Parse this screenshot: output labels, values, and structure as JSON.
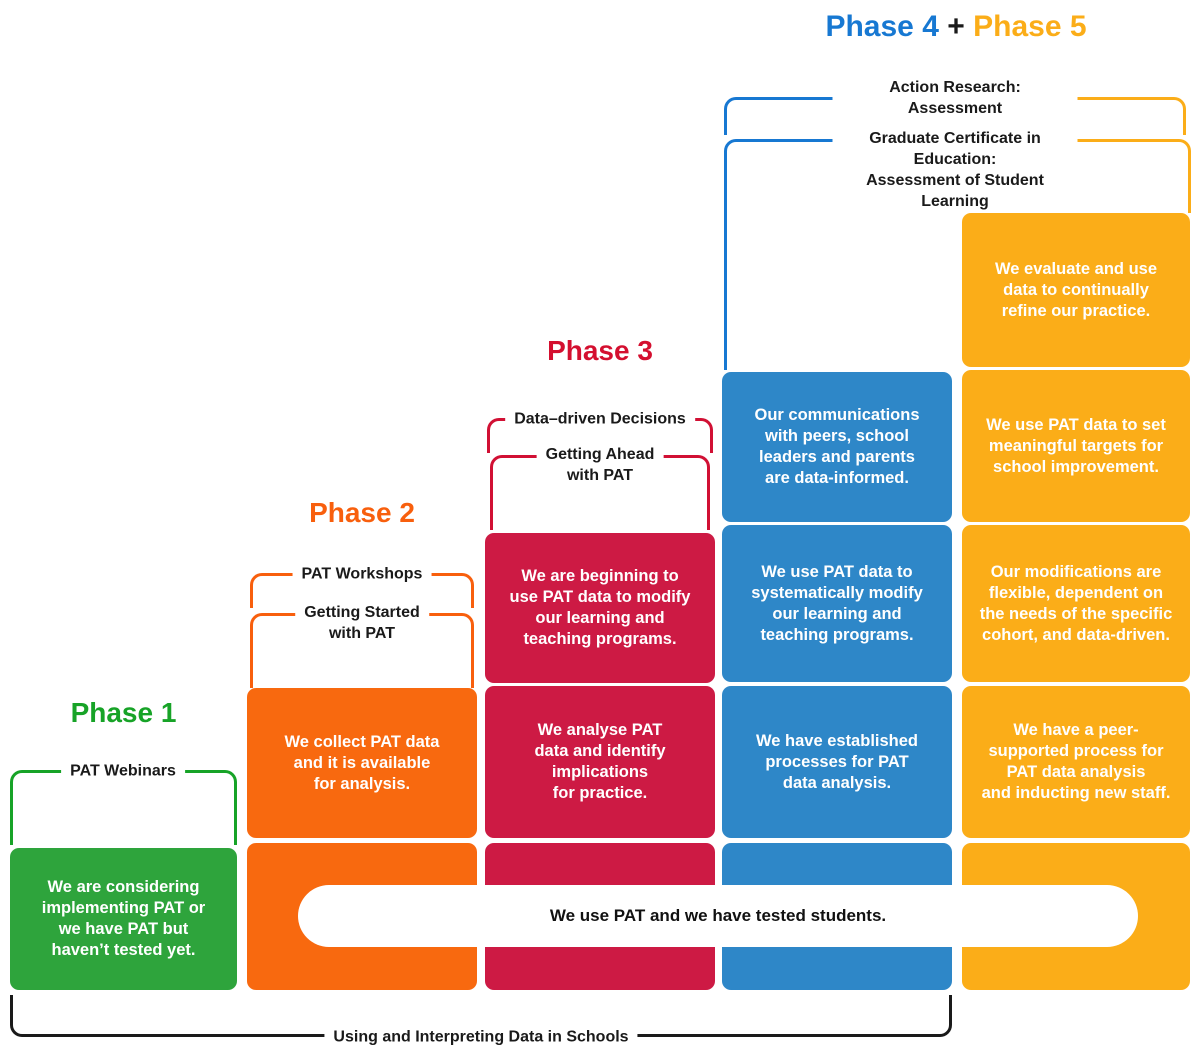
{
  "colors": {
    "green_box": "#2EA43C",
    "green_accent": "#17A327",
    "orange_box": "#F8690F",
    "orange_accent": "#F85F0D",
    "crimson_box": "#CD1A44",
    "crimson_accent": "#D11034",
    "red_title": "#D40F2F",
    "blue_box": "#2E87C8",
    "blue_accent": "#1778D2",
    "yellow_box": "#FBAD18",
    "box_text": "#FFFFFF",
    "label_text": "#1A1A1A",
    "background": "#FFFFFF"
  },
  "titles": {
    "phase1": "Phase 1",
    "phase2": "Phase 2",
    "phase3": "Phase 3",
    "phase4": "Phase 4",
    "plus": "+",
    "phase5": "Phase 5"
  },
  "brackets": {
    "pat_webinars": "PAT Webinars",
    "pat_workshops": "PAT Workshops",
    "getting_started": "Getting Started\nwith PAT",
    "data_driven": "Data–driven Decisions",
    "getting_ahead": "Getting Ahead\nwith PAT",
    "action_research": "Action Research: Assessment",
    "grad_cert": "Graduate Certificate in Education:\nAssessment of Student Learning",
    "using_data": "Using and Interpreting Data in Schools"
  },
  "columns": {
    "phase1": {
      "boxes": [
        "We are considering\nimplementing PAT or\nwe have PAT but\nhaven’t tested yet."
      ]
    },
    "phase2": {
      "boxes": [
        "We collect PAT data\nand it is available\nfor analysis."
      ]
    },
    "phase3": {
      "boxes": [
        "We are beginning to\nuse PAT data to modify\nour learning and\nteaching programs.",
        "We analyse PAT\ndata and identify\nimplications\nfor practice."
      ]
    },
    "phase4": {
      "boxes": [
        "Our communications\nwith peers, school\nleaders and parents\nare data-informed.",
        "We use PAT data to\nsystematically modify\nour learning and\nteaching programs.",
        "We have established\nprocesses for PAT\ndata analysis."
      ]
    },
    "phase5": {
      "boxes": [
        "We evaluate and use\ndata to continually\nrefine our practice.",
        "We use PAT data to set\nmeaningful targets for\nschool improvement.",
        "Our modifications are\nflexible, dependent on\nthe needs of the specific\ncohort, and data-driven.",
        "We have a peer-\nsupported process for\nPAT data analysis\nand inducting new staff."
      ]
    }
  },
  "band": "We use PAT and we have tested students."
}
